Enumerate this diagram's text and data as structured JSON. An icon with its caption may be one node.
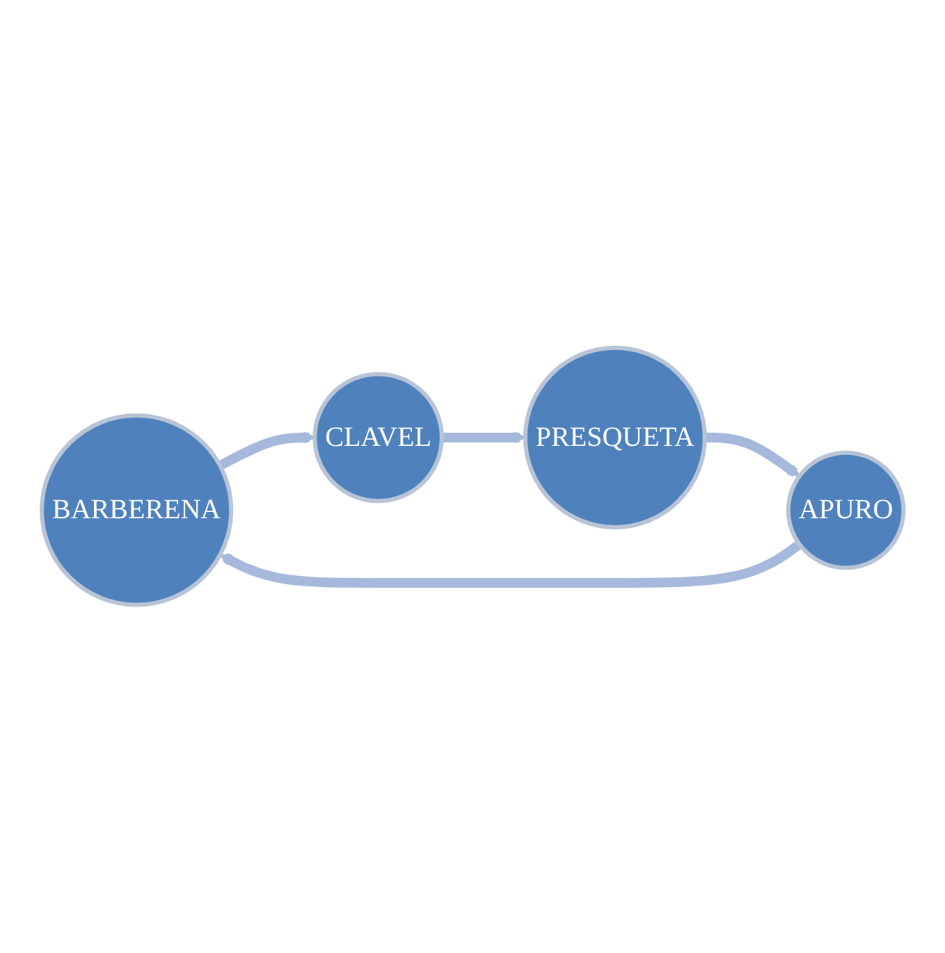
{
  "diagram": {
    "nodes": [
      {
        "text": [
          "BARBERENA"
        ]
      },
      {
        "text": [
          "CLAVEL"
        ]
      },
      {
        "text": [
          "PRESQUETA"
        ]
      },
      {
        "text": [
          "APURO"
        ]
      }
    ],
    "edges": [
      {
        "from": 0,
        "to": 1,
        "arrow": "to"
      },
      {
        "from": 1,
        "to": 2,
        "arrow": "to"
      },
      {
        "from": 2,
        "to": 3,
        "arrow": "to"
      },
      {
        "from": 3,
        "to": 0,
        "arrow": "to"
      }
    ]
  }
}
